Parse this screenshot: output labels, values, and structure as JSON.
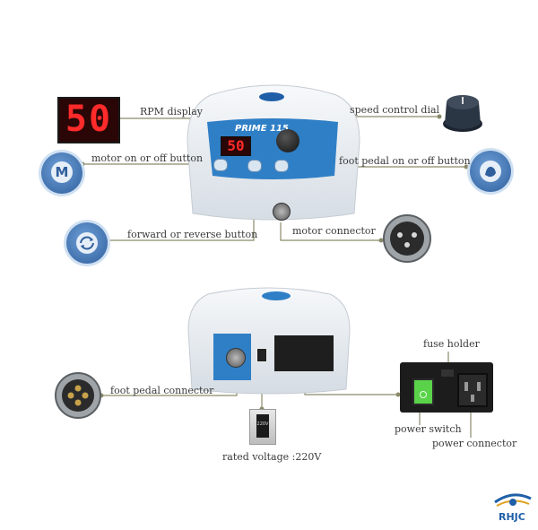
{
  "colors": {
    "leader_line": "#8a8a6a",
    "device_body": "#e9eef3",
    "device_panel": "#2f7fc6",
    "led_red": "#ff2a2a",
    "led_bg": "#2a0606",
    "brand_blue": "#1f5fa8"
  },
  "front": {
    "rpm_display_label": "RPM display",
    "speed_dial_label": "speed control dial",
    "motor_button_label": "motor on or off button",
    "foot_pedal_button_label": "foot pedal on or off button",
    "direction_button_label": "forward or reverse button",
    "motor_connector_label": "motor connector",
    "rpm_digits": "50",
    "panel_digits": "50",
    "model_name": "PRIME 115",
    "motor_button_glyph": "M"
  },
  "back": {
    "foot_pedal_connector_label": "foot pedal connector",
    "fuse_holder_label": "fuse holder",
    "power_switch_label": "power switch",
    "power_connector_label": "power connector",
    "rated_voltage_label": "rated voltage :220V",
    "voltage_switch_text": "220V"
  },
  "brand": {
    "name": "RHJC"
  },
  "icons": [
    "rpm-display-icon",
    "speed-dial-icon",
    "motor-button-icon",
    "foot-pedal-button-icon",
    "direction-button-icon",
    "motor-connector-icon",
    "foot-pedal-connector-icon",
    "voltage-switch-icon",
    "power-module-icon",
    "logo-icon"
  ]
}
